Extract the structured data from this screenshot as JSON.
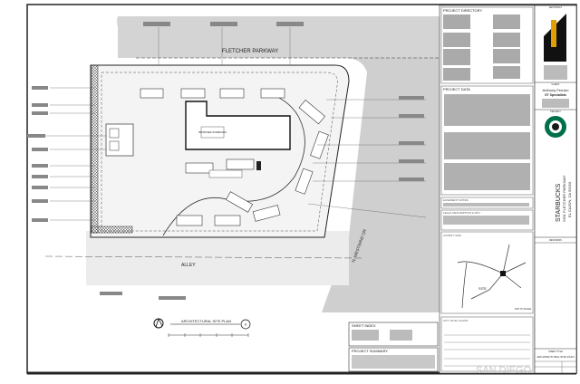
{
  "plan": {
    "streets": {
      "north": "FLETCHER PARKWAY",
      "south": "ALLEY",
      "east": "N. WESTWIND DR"
    },
    "drawing_title": "ARCHITECTURAL SITE PLAN",
    "drawing_number": "A",
    "building_label": "PROPOSED STARBUCKS"
  },
  "info": {
    "project_directory": "PROJECT DIRECTORY",
    "project_data": "PROJECT DATA",
    "easement_notes": "EASEMENT NOTES",
    "legal_description": "LEGAL DESCRIPTION & APN",
    "vicinity_map": "VICINITY MAP",
    "vicinity_site": "SITE",
    "vicinity_scale": "NOT TO SCALE",
    "city": "CITY OF EL CAJON",
    "sheet_index": "SHEET INDEX",
    "project_summary": "PROJECT SUMMARY"
  },
  "title_block": {
    "architect": "ARCHITECT",
    "client": "CLIENT",
    "client_name": "Anthony Ferraro",
    "client_company": "ST Specialists",
    "project": "PROJECT",
    "project_name": "STARBUCKS",
    "address_line1": "2351 FLETCHER PARKWAY",
    "address_line2": "EL CAJON, CA 92020",
    "revisions": "REVISIONS",
    "sheet_title_label": "SHEET TITLE",
    "sheet_title": "ARCHITECTURAL SITE PLAN",
    "brand_color": "#00704a"
  },
  "watermark": "SAN DIEGO"
}
